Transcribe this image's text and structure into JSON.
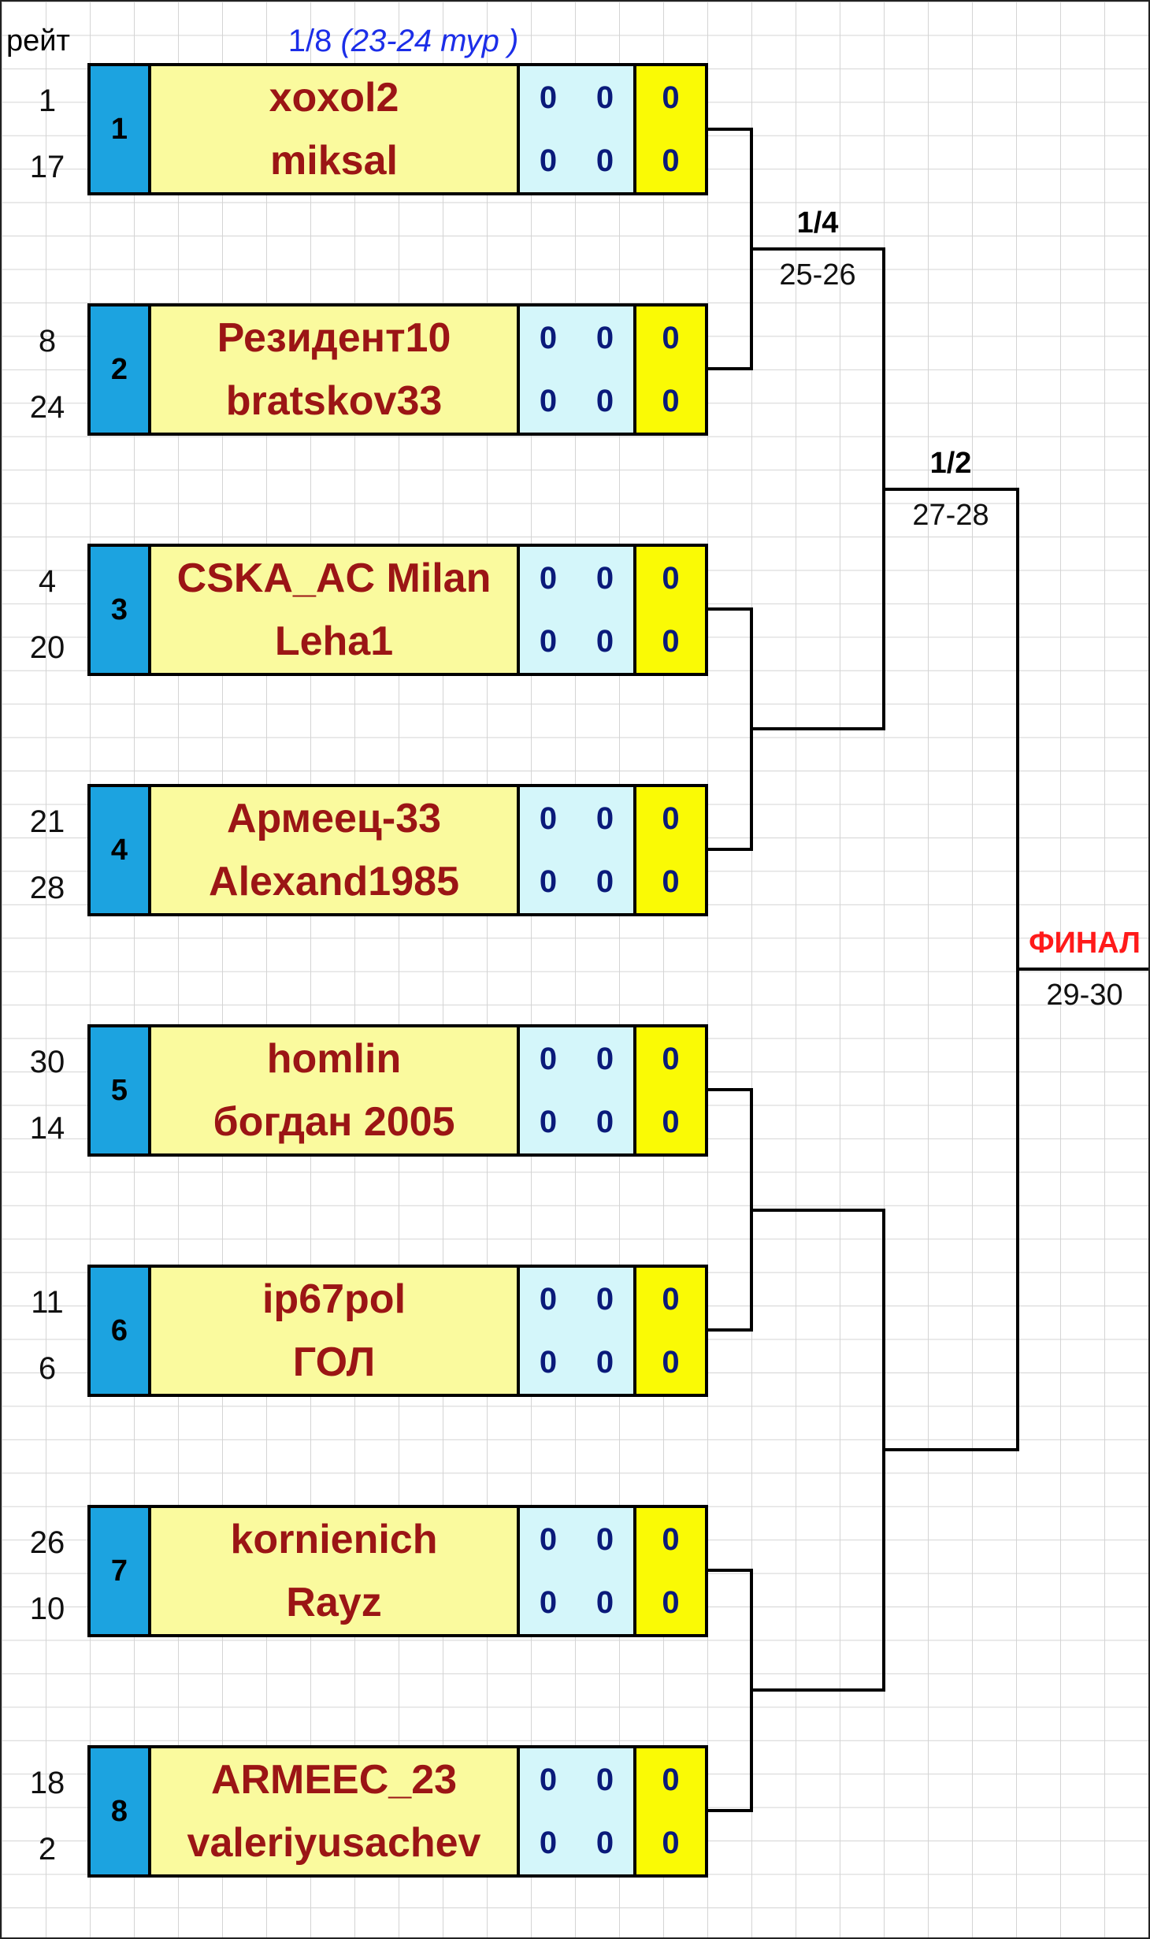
{
  "header": {
    "rating_label": "рейт",
    "round16_label": "1/8",
    "round16_tours": "(23-24 тур )"
  },
  "matches": [
    {
      "num": "1",
      "p1": {
        "rank": "1",
        "name": "xoxol2",
        "s1": "0",
        "s2": "0",
        "total": "0"
      },
      "p2": {
        "rank": "17",
        "name": "miksal",
        "s1": "0",
        "s2": "0",
        "total": "0"
      }
    },
    {
      "num": "2",
      "p1": {
        "rank": "8",
        "name": "Резидент10",
        "s1": "0",
        "s2": "0",
        "total": "0"
      },
      "p2": {
        "rank": "24",
        "name": "bratskov33",
        "s1": "0",
        "s2": "0",
        "total": "0"
      }
    },
    {
      "num": "3",
      "p1": {
        "rank": "4",
        "name": "CSKA_AC Milan",
        "s1": "0",
        "s2": "0",
        "total": "0"
      },
      "p2": {
        "rank": "20",
        "name": "Leha1",
        "s1": "0",
        "s2": "0",
        "total": "0"
      }
    },
    {
      "num": "4",
      "p1": {
        "rank": "21",
        "name": "Армеец-33",
        "s1": "0",
        "s2": "0",
        "total": "0"
      },
      "p2": {
        "rank": "28",
        "name": "Alexand1985",
        "s1": "0",
        "s2": "0",
        "total": "0"
      }
    },
    {
      "num": "5",
      "p1": {
        "rank": "30",
        "name": "homlin",
        "s1": "0",
        "s2": "0",
        "total": "0"
      },
      "p2": {
        "rank": "14",
        "name": "богдан 2005",
        "s1": "0",
        "s2": "0",
        "total": "0"
      }
    },
    {
      "num": "6",
      "p1": {
        "rank": "11",
        "name": "ip67pol",
        "s1": "0",
        "s2": "0",
        "total": "0"
      },
      "p2": {
        "rank": "6",
        "name": "ГОЛ",
        "s1": "0",
        "s2": "0",
        "total": "0"
      }
    },
    {
      "num": "7",
      "p1": {
        "rank": "26",
        "name": "kornienich",
        "s1": "0",
        "s2": "0",
        "total": "0"
      },
      "p2": {
        "rank": "10",
        "name": "Rayz",
        "s1": "0",
        "s2": "0",
        "total": "0"
      }
    },
    {
      "num": "8",
      "p1": {
        "rank": "18",
        "name": "ARMEEC_23",
        "s1": "0",
        "s2": "0",
        "total": "0"
      },
      "p2": {
        "rank": "2",
        "name": "valeriyusachev",
        "s1": "0",
        "s2": "0",
        "total": "0"
      }
    }
  ],
  "stages": {
    "quarter": {
      "title": "1/4",
      "tours": "25-26"
    },
    "semi": {
      "title": "1/2",
      "tours": "27-28"
    },
    "final": {
      "title": "ФИНАЛ",
      "tours": "29-30",
      "color": "#ff1a1a"
    }
  },
  "colors": {
    "match_number_bg": "#1ca3e0",
    "names_bg": "#fafa9e",
    "names_text": "#9b1515",
    "scores_bg": "#d4f6fa",
    "total_bg": "#fafa05",
    "score_text": "#0a1a7a",
    "header_blue": "#1c2ee8"
  }
}
